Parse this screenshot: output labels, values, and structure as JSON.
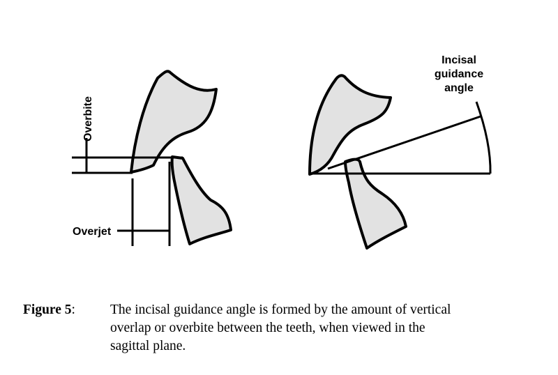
{
  "diagram": {
    "labels": {
      "overbite": "Overbite",
      "overjet": "Overjet",
      "angle_line1": "Incisal",
      "angle_line2": "guidance",
      "angle_line3": "angle"
    }
  },
  "caption": {
    "label": "Figure 5",
    "label_suffix": ":",
    "lines": [
      "The incisal guidance angle is formed by the amount of vertical",
      "overlap or overbite between the teeth, when viewed in the",
      "sagittal plane."
    ]
  },
  "colors": {
    "tooth_fill": "#e2e2e2",
    "stroke": "#000000"
  }
}
